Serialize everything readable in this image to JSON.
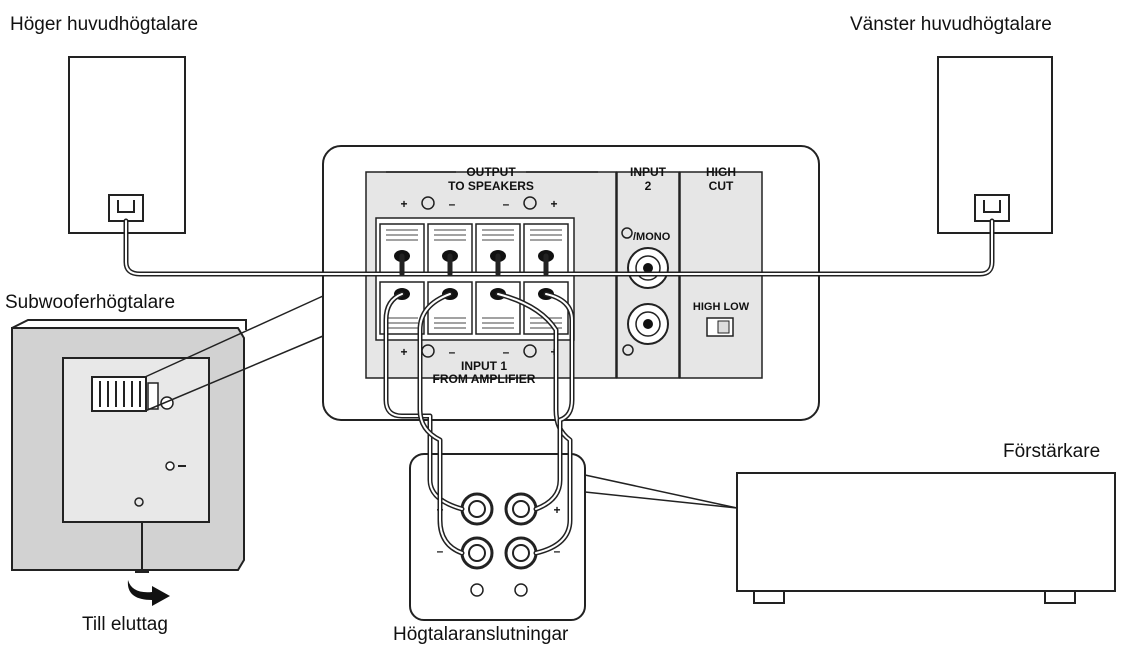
{
  "labels": {
    "right_main_speaker": "Höger huvudhögtalare",
    "left_main_speaker": "Vänster huvudhögtalare",
    "subwoofer_speaker": "Subwooferhögtalare",
    "amplifier": "Förstärkare",
    "to_outlet": "Till eluttag",
    "speaker_connections": "Högtalaranslutningar"
  },
  "panel": {
    "output_line1": "OUTPUT",
    "output_line2": "TO SPEAKERS",
    "input2_line1": "INPUT",
    "input2_line2": "2",
    "high_cut_line1": "HIGH",
    "high_cut_line2": "CUT",
    "input1_line1": "INPUT 1",
    "input1_line2": "FROM AMPLIFIER",
    "mono_label": "/MONO",
    "high_low_label": "HIGH LOW",
    "plus": "+",
    "minus": "–"
  },
  "colors": {
    "line": "#222222",
    "panel_fill": "#e6e6e6",
    "subwoofer_fill": "#d2d2d2"
  }
}
